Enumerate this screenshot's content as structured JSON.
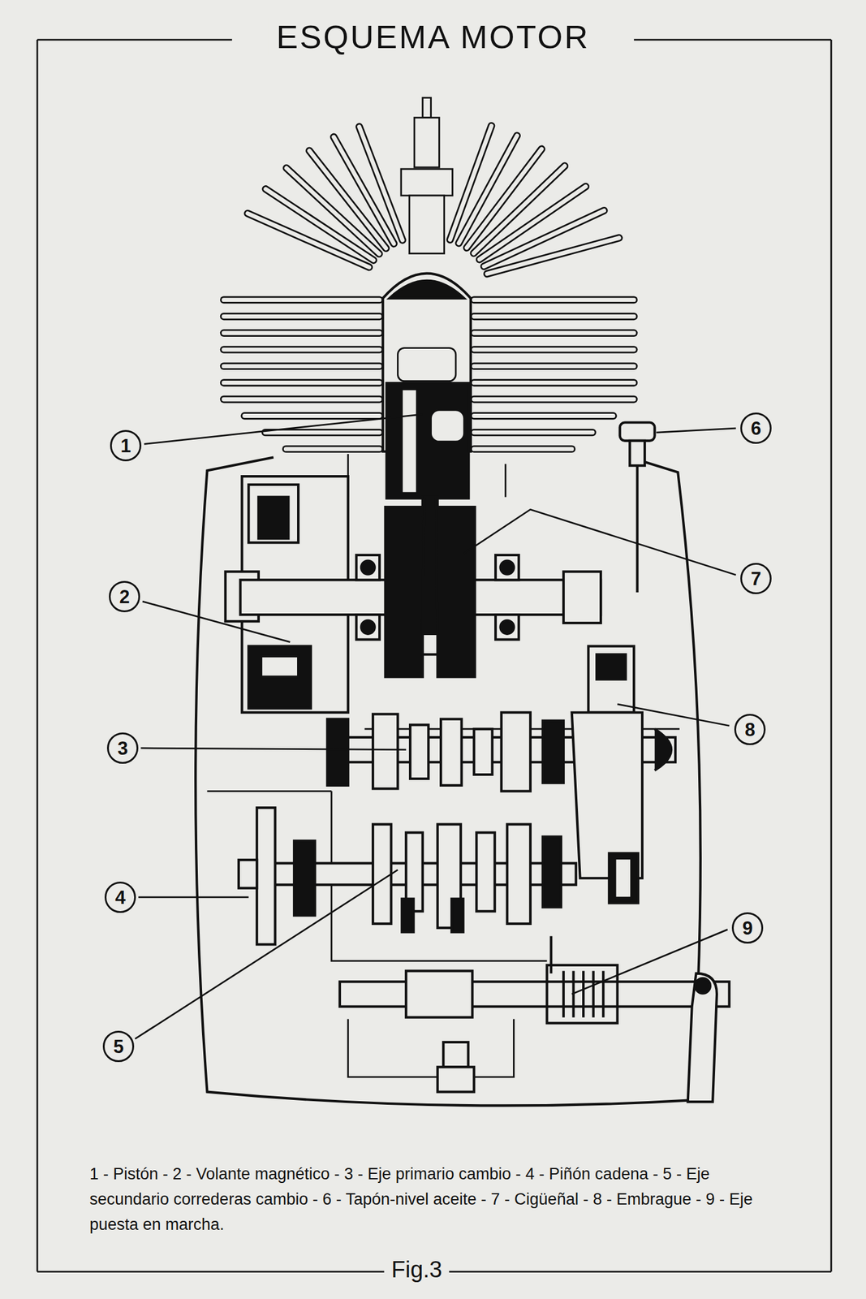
{
  "diagram": {
    "title": "ESQUEMA MOTOR",
    "caption": "Fig.3",
    "nodes": [
      {
        "text": [
          "1"
        ]
      },
      {
        "text": [
          "6"
        ]
      },
      {
        "text": [
          "2"
        ]
      },
      {
        "text": [
          "7"
        ]
      },
      {
        "text": [
          "3"
        ]
      },
      {
        "text": [
          "8"
        ]
      },
      {
        "text": [
          "4"
        ]
      },
      {
        "text": [
          "9"
        ]
      },
      {
        "text": [
          "5"
        ]
      }
    ],
    "labels": [
      "1 - Pistón - 2 - Volante magnético - 3 - Eje primario cambio - 4 - Piñón cadena - 5 - Eje secundario correderas cambio - 6 - Tapón-nivel aceite - 7 - Cigüeñal - 8 - Embrague - 9 - Eje puesta en marcha."
    ]
  }
}
